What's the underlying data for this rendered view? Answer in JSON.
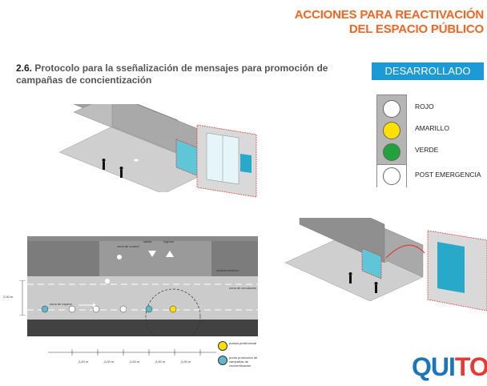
{
  "header": {
    "title_line1": "ACCIONES PARA REACTIVACIÓN",
    "title_line2": "DEL ESPACIO PÚBLICO"
  },
  "section": {
    "number": "2.6.",
    "title": "Protocolo para la sseñalización de mensajes para promoción de campañas de concientización"
  },
  "status": {
    "label": "DESARROLLADO"
  },
  "legend": {
    "items": [
      {
        "label": "ROJO",
        "color": "#ffffff"
      },
      {
        "label": "AMARILLO",
        "color": "#ffe000"
      },
      {
        "label": "VERDE",
        "color": "#1fa33a"
      },
      {
        "label": "POST EMERGENCIA",
        "color": "#ffffff"
      }
    ]
  },
  "plan": {
    "zone_control": "zona de control",
    "exit": "salida",
    "entry": "ingreso",
    "establishment": "establecimiento",
    "waiting_zone": "zona de espera",
    "circulation_zone": "zona de circulación",
    "vertical_dim": "2,00 m",
    "dims": [
      "2,00 m",
      "2,00 m",
      "2,00 m",
      "2,00 m",
      "2,00 m"
    ],
    "legend_preferential": "puesto preferencial",
    "legend_campaign": "punto promoción de campañas de concientización"
  },
  "logo": {
    "part1": "QUI",
    "part2": "TO"
  }
}
